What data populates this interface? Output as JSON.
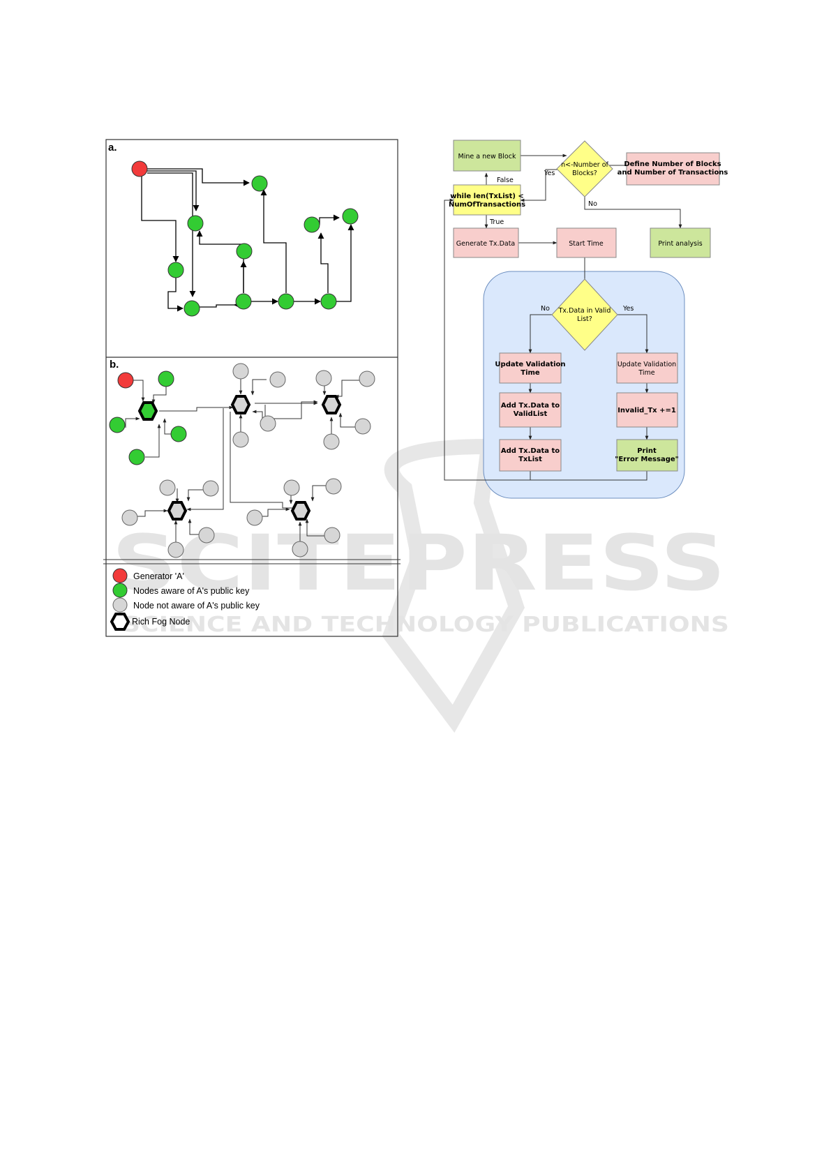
{
  "watermark": {
    "main": "SCITEPRESS",
    "sub": "SCIENCE AND TECHNOLOGY PUBLICATIONS"
  },
  "left_figure": {
    "panel_a_label": "a.",
    "panel_b_label": "b.",
    "legend": [
      {
        "symbol": "red-node",
        "label": "Generator 'A'"
      },
      {
        "symbol": "green-node",
        "label": "Nodes aware of A's public key"
      },
      {
        "symbol": "grey-node",
        "label": "Node not aware of A's public key"
      },
      {
        "symbol": "fog-node",
        "label": "Rich Fog Node"
      }
    ],
    "colors": {
      "generator": "#f23b3b",
      "aware": "#33cc33",
      "not_aware": "#d6d6d6",
      "fog": "#000000"
    }
  },
  "flowchart": {
    "mine_block": "Mine a new Block",
    "decision_blocks": [
      "n<-Number of",
      "Blocks?"
    ],
    "define": [
      "Define Number of Blocks",
      "and Number of Transactions"
    ],
    "while_loop": [
      "while len(TxList) <",
      "NumOfTransactions"
    ],
    "false_label": "False",
    "yes_label": "Yes",
    "no_label": "No",
    "true_label": "True",
    "generate": "Generate Tx.Data",
    "start_time": "Start Time",
    "print_analysis": "Print analysis",
    "decision_valid": [
      "Tx.Data in Valid",
      "List?"
    ],
    "no_label2": "No",
    "yes_label2": "Yes",
    "update_left": [
      "Update Validation",
      "Time"
    ],
    "update_right": [
      "Update Validation",
      "Time"
    ],
    "add_valid": [
      "Add Tx.Data to",
      "ValidList"
    ],
    "invalid": "Invalid_Tx +=1",
    "add_txlist": [
      "Add Tx.Data to",
      "TxList"
    ],
    "print_error": [
      "Print",
      "\"Error Message\""
    ],
    "colors": {
      "pink": "#f8cecc",
      "yellow": "#ffff88",
      "green": "#cde69c",
      "blue_region": "#dae8fc"
    }
  }
}
